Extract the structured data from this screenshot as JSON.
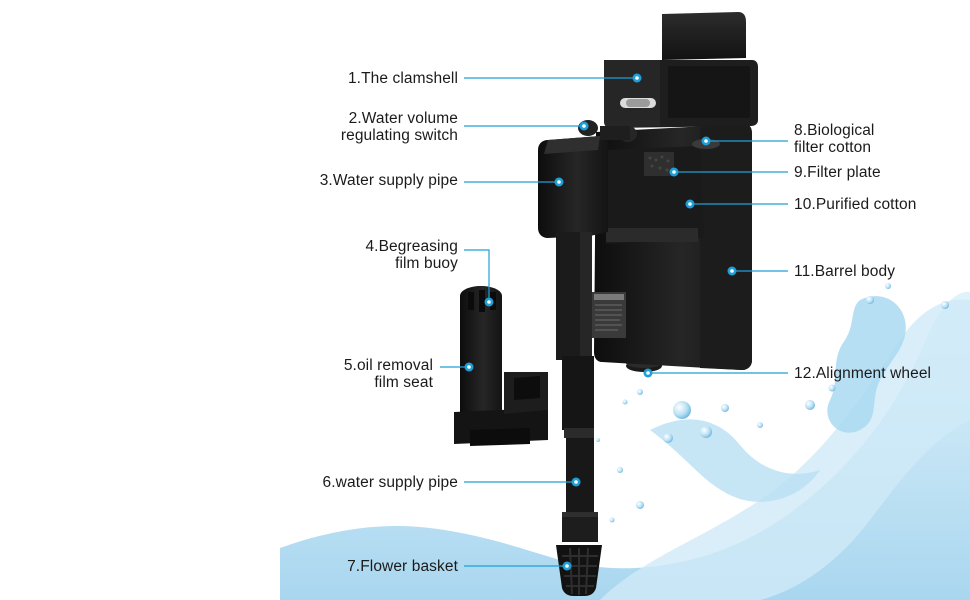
{
  "labels": {
    "l1": {
      "lines": [
        "1.The clamshell"
      ]
    },
    "l2": {
      "lines": [
        "2.Water volume",
        "regulating switch"
      ]
    },
    "l3": {
      "lines": [
        "3.Water supply pipe"
      ]
    },
    "l4": {
      "lines": [
        "4.Begreasing",
        "film buoy"
      ]
    },
    "l5": {
      "lines": [
        "5.oil removal",
        "film seat"
      ]
    },
    "l6": {
      "lines": [
        "6.water supply pipe"
      ]
    },
    "l7": {
      "lines": [
        "7.Flower basket"
      ]
    },
    "l8": {
      "lines": [
        "8.Biological",
        "filter cotton"
      ]
    },
    "l9": {
      "lines": [
        "9.Filter plate"
      ]
    },
    "l10": {
      "lines": [
        "10.Purified cotton"
      ]
    },
    "l11": {
      "lines": [
        "11.Barrel body"
      ]
    },
    "l12": {
      "lines": [
        "12.Alignment wheel"
      ]
    }
  },
  "colors": {
    "leader_line": "#1e9fd8",
    "marker_dot": "#1e9fd8",
    "device_body": "#1a1a1a",
    "water": "#9fd3ee"
  }
}
